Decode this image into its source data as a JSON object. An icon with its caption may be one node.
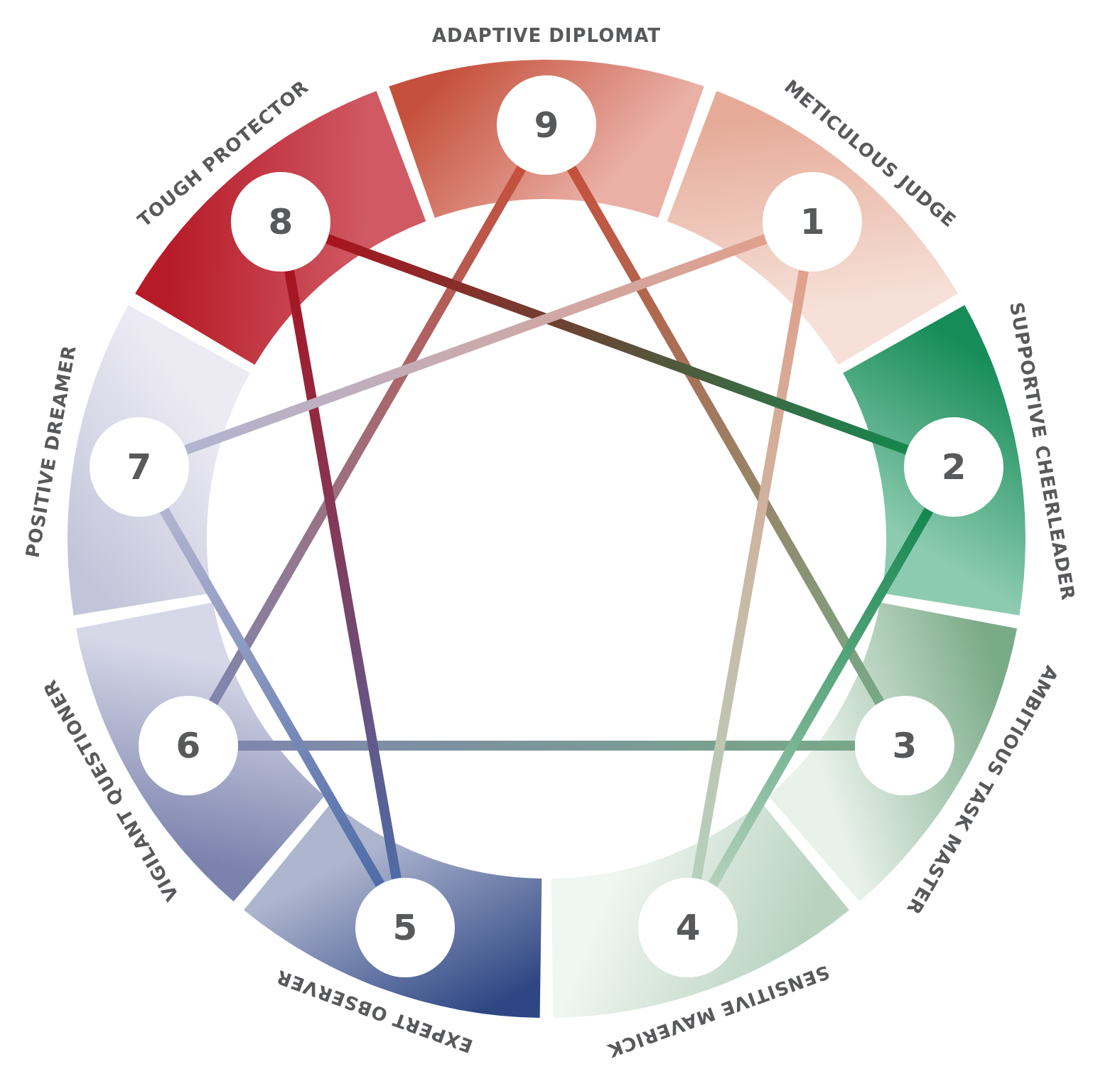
{
  "diagram": {
    "nodes": [
      {
        "text": [
          "9"
        ],
        "beside": [
          "ADAPTIVE DIPLOMAT"
        ]
      },
      {
        "text": [
          "8"
        ],
        "beside": [
          "TOUGH PROTECTOR"
        ]
      },
      {
        "text": [
          "1"
        ],
        "beside": [
          "METICULOUS JUDGE"
        ]
      },
      {
        "text": [
          "7"
        ],
        "beside": [
          "POSITIVE DREAMER"
        ]
      },
      {
        "text": [
          "2"
        ],
        "beside": [
          "SUPPORTIVE CHEERLEADER"
        ]
      },
      {
        "text": [
          "6"
        ],
        "beside": [
          "VIGILANT QUESTIONER"
        ]
      },
      {
        "text": [
          "3"
        ],
        "beside": [
          "AMBITIOUS TASK MASTER"
        ]
      },
      {
        "text": [
          "5"
        ],
        "beside": [
          "EXPERT OBSERVER"
        ]
      },
      {
        "text": [
          "4"
        ],
        "beside": [
          "SENSITIVE MAVERICK"
        ]
      }
    ],
    "edges": [
      {
        "from": 0,
        "to": 6,
        "arrow": "none"
      },
      {
        "from": 6,
        "to": 5,
        "arrow": "none"
      },
      {
        "from": 5,
        "to": 0,
        "arrow": "none"
      },
      {
        "from": 2,
        "to": 8,
        "arrow": "none"
      },
      {
        "from": 8,
        "to": 4,
        "arrow": "none"
      },
      {
        "from": 4,
        "to": 1,
        "arrow": "none"
      },
      {
        "from": 1,
        "to": 7,
        "arrow": "none"
      },
      {
        "from": 7,
        "to": 3,
        "arrow": "none"
      },
      {
        "from": 3,
        "to": 2,
        "arrow": "none"
      }
    ]
  }
}
